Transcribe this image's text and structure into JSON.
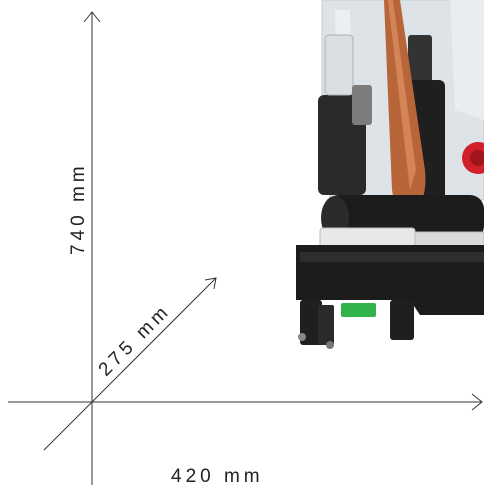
{
  "dimensions": {
    "height": "740 mm",
    "depth": "275 mm",
    "width": "420 mm"
  },
  "product": {
    "depicted": "boiler-hydraulic-unit",
    "colors": {
      "body_dark": "#1c1c1c",
      "copper_pipe": "#b8653a",
      "red_valve": "#d0202a",
      "green_connector": "#2fb34a",
      "white_cover": "#e8e8e8",
      "translucent_housing": "#dde3e6"
    }
  }
}
